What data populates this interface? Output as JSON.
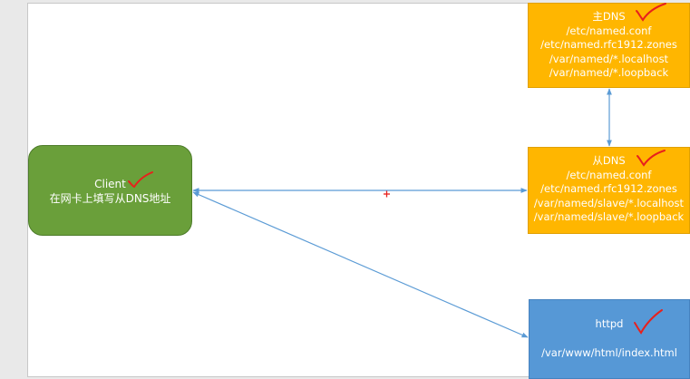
{
  "client": {
    "name": "Client",
    "note": "在网卡上填写从DNS地址"
  },
  "master_dns": {
    "title": "主DNS",
    "files": [
      "/etc/named.conf",
      "/etc/named.rfc1912.zones",
      "/var/named/*.localhost",
      "/var/named/*.loopback"
    ]
  },
  "slave_dns": {
    "title": "从DNS",
    "files": [
      "/etc/named.conf",
      "/etc/named.rfc1912.zones",
      "/var/named/slave/*.localhost",
      "/var/named/slave/*.loopback"
    ]
  },
  "httpd": {
    "title": "httpd",
    "path": "/var/www/html/index.html"
  },
  "colors": {
    "client_fill": "#6a9f3a",
    "dns_fill": "#ffb600",
    "httpd_fill": "#5698d6",
    "connector": "#5b9bd5",
    "checkmark": "#e8201c"
  }
}
